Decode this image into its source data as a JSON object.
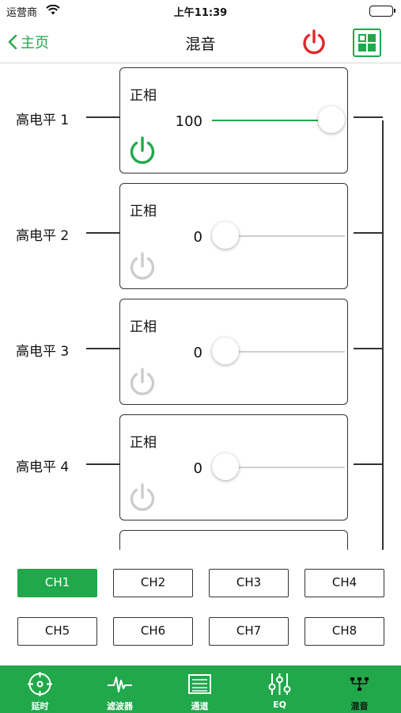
{
  "status_bar": {
    "carrier": "运营商",
    "time": "上午11:39"
  },
  "nav": {
    "back_label": "主页",
    "title": "混音"
  },
  "colors": {
    "accent": "#21a84b",
    "power_red": "#e0262c",
    "inactive": "#cccccc"
  },
  "channels": [
    {
      "label": "高电平 1",
      "phase": "正相",
      "value": "100",
      "level": 1.0,
      "enabled": true
    },
    {
      "label": "高电平 2",
      "phase": "正相",
      "value": "0",
      "level": 0.0,
      "enabled": false
    },
    {
      "label": "高电平 3",
      "phase": "正相",
      "value": "0",
      "level": 0.0,
      "enabled": false
    },
    {
      "label": "高电平 4",
      "phase": "正相",
      "value": "0",
      "level": 0.0,
      "enabled": false
    }
  ],
  "channel_buttons": [
    {
      "label": "CH1",
      "active": true
    },
    {
      "label": "CH2",
      "active": false
    },
    {
      "label": "CH3",
      "active": false
    },
    {
      "label": "CH4",
      "active": false
    },
    {
      "label": "CH5",
      "active": false
    },
    {
      "label": "CH6",
      "active": false
    },
    {
      "label": "CH7",
      "active": false
    },
    {
      "label": "CH8",
      "active": false
    }
  ],
  "tabs": [
    {
      "label": "延时",
      "icon": "crosshair-icon"
    },
    {
      "label": "滤波器",
      "icon": "waveform-icon"
    },
    {
      "label": "通道",
      "icon": "list-icon"
    },
    {
      "label": "EQ",
      "icon": "sliders-icon"
    },
    {
      "label": "混音",
      "icon": "mixer-tree-icon"
    }
  ]
}
